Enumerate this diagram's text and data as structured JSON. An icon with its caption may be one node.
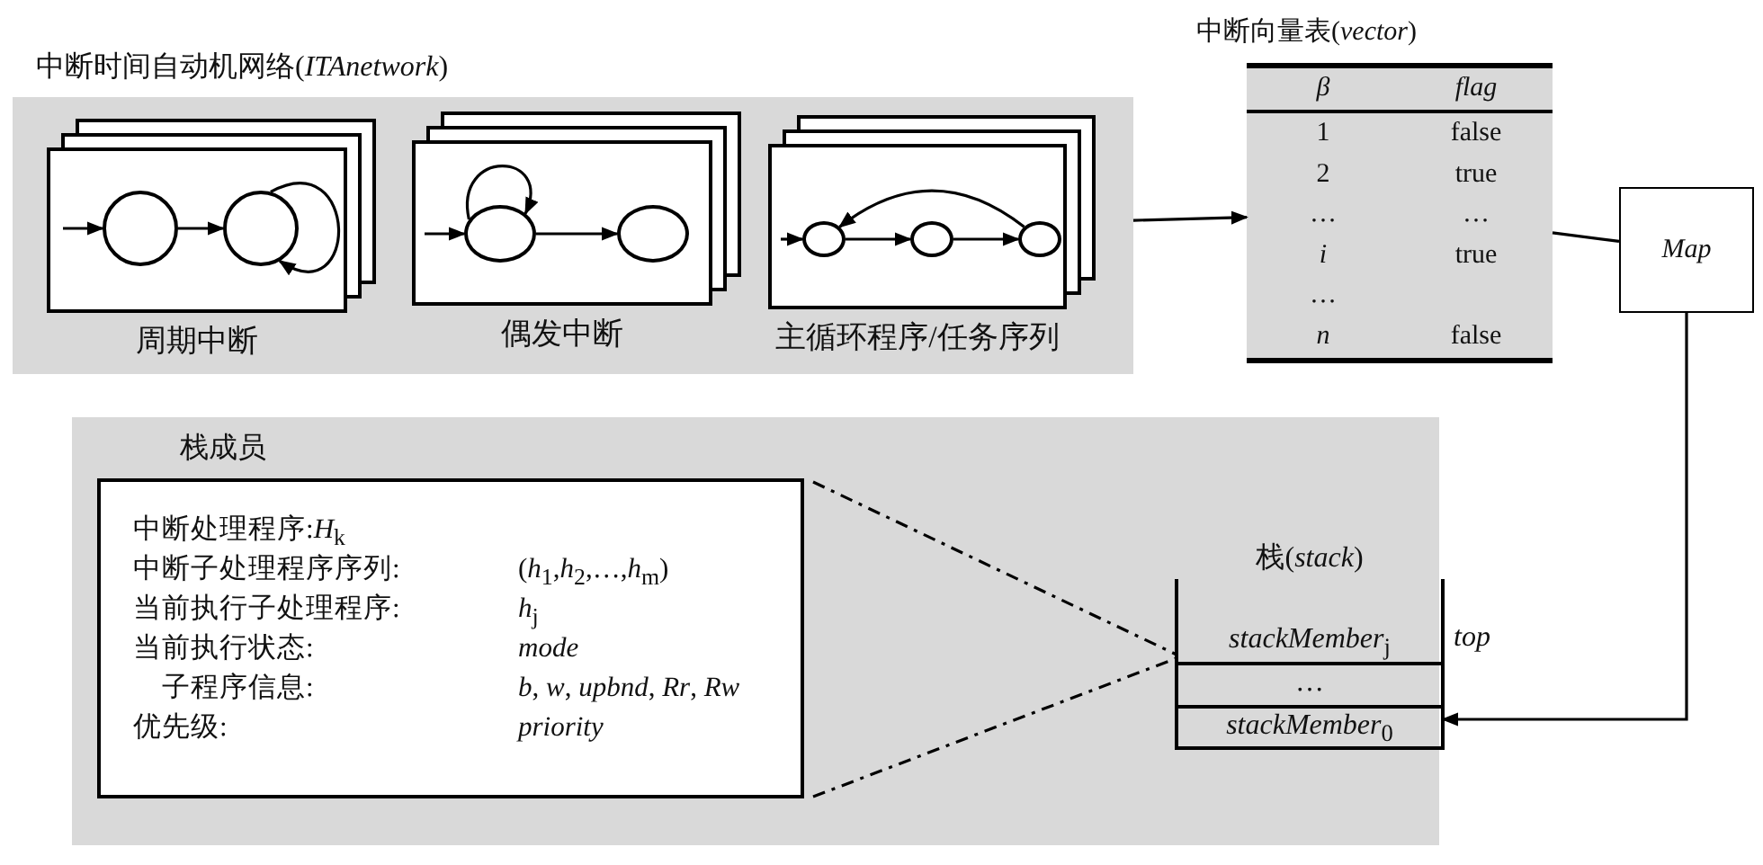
{
  "diagram": {
    "nodes": [
      {
        "text": [
          "中断时间自动机网络(*ITAnetwork*)"
        ]
      },
      {
        "text": [
          "周期中断"
        ],
        "in": 0
      },
      {
        "text": [],
        "shape": "circle",
        "in": 1
      },
      {
        "text": [],
        "shape": "circle",
        "in": 1
      },
      {
        "text": [
          "偶发中断"
        ],
        "in": 0
      },
      {
        "text": [],
        "shape": "circle",
        "in": 4
      },
      {
        "text": [],
        "shape": "circle",
        "in": 4
      },
      {
        "text": [
          "主循环程序/任务序列"
        ],
        "in": 0
      },
      {
        "text": [],
        "shape": "circle",
        "in": 7
      },
      {
        "text": [],
        "shape": "circle",
        "in": 7
      },
      {
        "text": [],
        "shape": "circle",
        "in": 7
      },
      {
        "text": [
          "中断向量表(*vector*)",
          "β",
          "flag",
          "1",
          "false",
          "2",
          "true",
          "…",
          "…",
          "i",
          "true",
          "…",
          "n",
          "false"
        ]
      },
      {
        "text": [
          "Map"
        ]
      },
      {
        "text": [
          "栈成员"
        ]
      },
      {
        "text": [
          "中断处理程序:*H*$_{k}$",
          "中断子处理程序序列:",
          "(*h*$_{1}$,*h*$_{2}$,…,*h*$_{m}$)",
          "当前执行子处理程序:",
          "*h*$_{j}$",
          "当前执行状态:",
          "mode",
          "子程序信息:",
          "*b*, *w*, *upbnd*, *Rr*, *Rw*",
          "优先级:",
          "priority"
        ],
        "in": 13
      },
      {
        "text": [
          "栈(*stack*)",
          "*stackMember*$_{j}$",
          "…",
          "*stackMember*$_{0}$"
        ],
        "beside": [
          "top"
        ],
        "in": 13
      }
    ],
    "edges": [
      {
        "from": null,
        "to": 2,
        "arrow": "to"
      },
      {
        "from": 2,
        "to": 3,
        "arrow": "to"
      },
      {
        "from": 3,
        "to": 3,
        "arrow": "to"
      },
      {
        "from": null,
        "to": 5,
        "arrow": "to"
      },
      {
        "from": 5,
        "to": 5,
        "arrow": "to"
      },
      {
        "from": 5,
        "to": 6,
        "arrow": "to"
      },
      {
        "from": null,
        "to": 8,
        "arrow": "to"
      },
      {
        "from": 8,
        "to": 9,
        "arrow": "to"
      },
      {
        "from": 9,
        "to": 10,
        "arrow": "to"
      },
      {
        "from": 10,
        "to": 8,
        "arrow": "to"
      },
      {
        "from": 0,
        "to": 11,
        "arrow": "to"
      },
      {
        "from": 11,
        "to": 12,
        "arrow": "none"
      },
      {
        "from": 12,
        "to": 15,
        "arrow": "to"
      },
      {
        "from": 14,
        "to": 15,
        "arrow": "none",
        "style": "dashed"
      },
      {
        "from": 14,
        "to": 15,
        "arrow": "none",
        "style": "dashed"
      }
    ]
  }
}
